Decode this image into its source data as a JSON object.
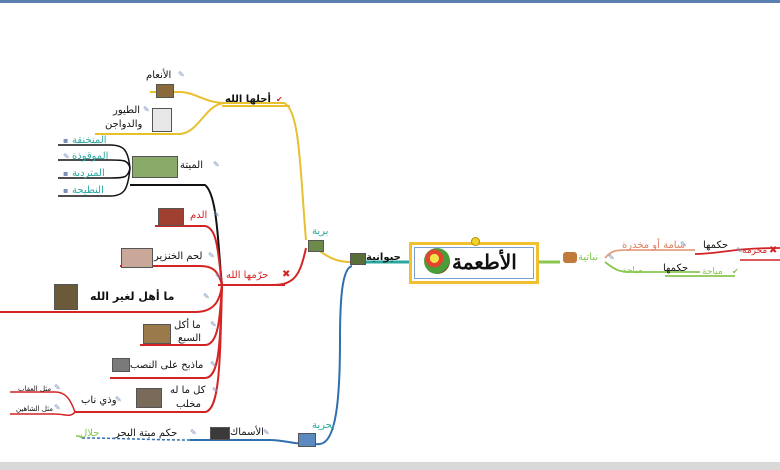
{
  "center": {
    "title": "الأطعمة"
  },
  "animal": {
    "label": "حيوانية"
  },
  "land": {
    "label": "برية"
  },
  "halal": {
    "label": "أحلها الله"
  },
  "halal_items": [
    {
      "id": "anam",
      "label": "الأنعام"
    },
    {
      "id": "birds",
      "label_line1": "الطيور",
      "label_line2": "والدواجن"
    }
  ],
  "haram": {
    "label": "حرّمها الله"
  },
  "haram_items": [
    {
      "id": "carrion",
      "label": "الميتة"
    },
    {
      "id": "blood",
      "label": "الدم"
    },
    {
      "id": "pork",
      "label": "لحم الخنزير"
    },
    {
      "id": "other-god",
      "label": "ما أهل لغير الله"
    },
    {
      "id": "beast",
      "label_line1": "ما أكل",
      "label_line2": "السبع"
    },
    {
      "id": "altar",
      "label": "ماذبح على النصب"
    },
    {
      "id": "claw",
      "label_line1": "كل ما له",
      "label_line2": "مخلب"
    }
  ],
  "carrion_subs": [
    "المنخنقة",
    "الموقوذة",
    "المتردية",
    "النطيحة"
  ],
  "fang": {
    "label": "وذي ناب"
  },
  "fang_examples": [
    "مثل العقاب",
    "مثل الشاهين"
  ],
  "sea": {
    "label": "بحرية"
  },
  "fish": {
    "label": "الأسماك"
  },
  "sea_ruling": {
    "label": "حكم ميتة البحر"
  },
  "sea_halal": {
    "label": "حلال"
  },
  "plant": {
    "label": "نباتية"
  },
  "harmful": {
    "label": "سامة أو مخدرة"
  },
  "ruling1": {
    "label": "حكمها"
  },
  "forbidden": {
    "label": "محرمة"
  },
  "ruling2": {
    "label": "حكمها"
  },
  "permitted": {
    "label": "مباحة"
  },
  "permitted_tag": {
    "label": "مباحة"
  },
  "colors": {
    "yellow": "#e8bf2e",
    "red": "#d42424",
    "black": "#111111",
    "blue": "#2f6fb0",
    "green": "#8ac650",
    "center_border": "#f0c030",
    "teal": "#2aa8a0"
  }
}
